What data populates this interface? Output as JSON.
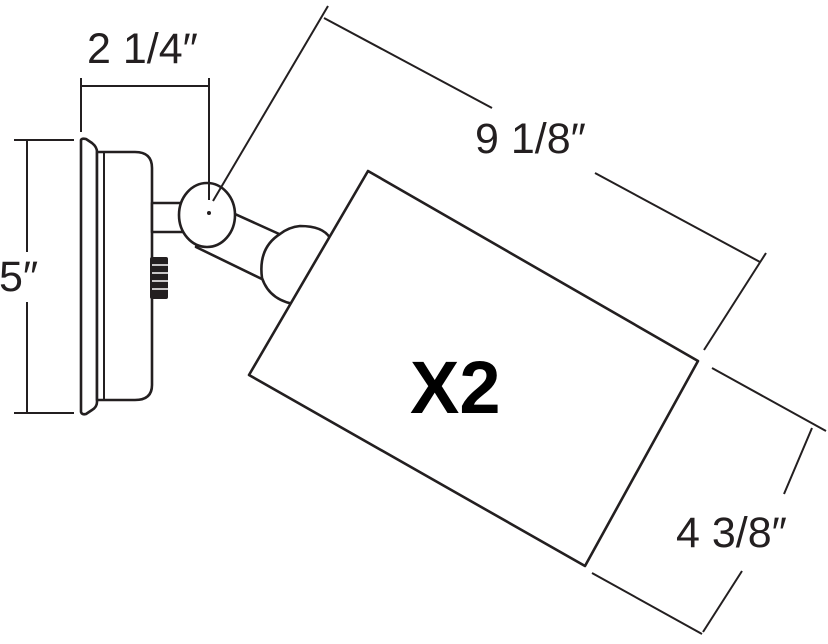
{
  "dimensions": {
    "base_depth": "2 1/4″",
    "base_height": "5″",
    "fixture_length": "9 1/8″",
    "fixture_width": "4 3/8″"
  },
  "quantity_label": "X2"
}
